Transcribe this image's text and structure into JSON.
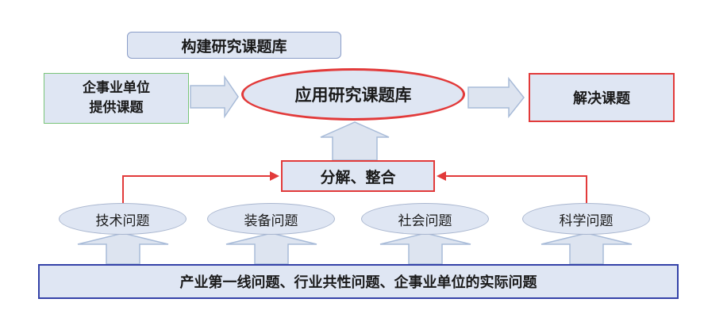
{
  "diagram": {
    "title": "构建研究课题库",
    "provide": {
      "line1": "企事业单位",
      "line2": "提供课题"
    },
    "library": "应用研究课题库",
    "solve": "解决课题",
    "decompose": "分解、整合",
    "problems": [
      "技术问题",
      "装备问题",
      "社会问题",
      "科学问题"
    ],
    "bottom": "产业第一线问题、行业共性问题、企事业单位的实际问题"
  },
  "colors": {
    "box_fill": "#dfe6f3",
    "arrow_fill": "#dde4f0",
    "accent_red": "#e23a3a",
    "border_green": "#79c479",
    "border_blue": "#3442a8"
  }
}
